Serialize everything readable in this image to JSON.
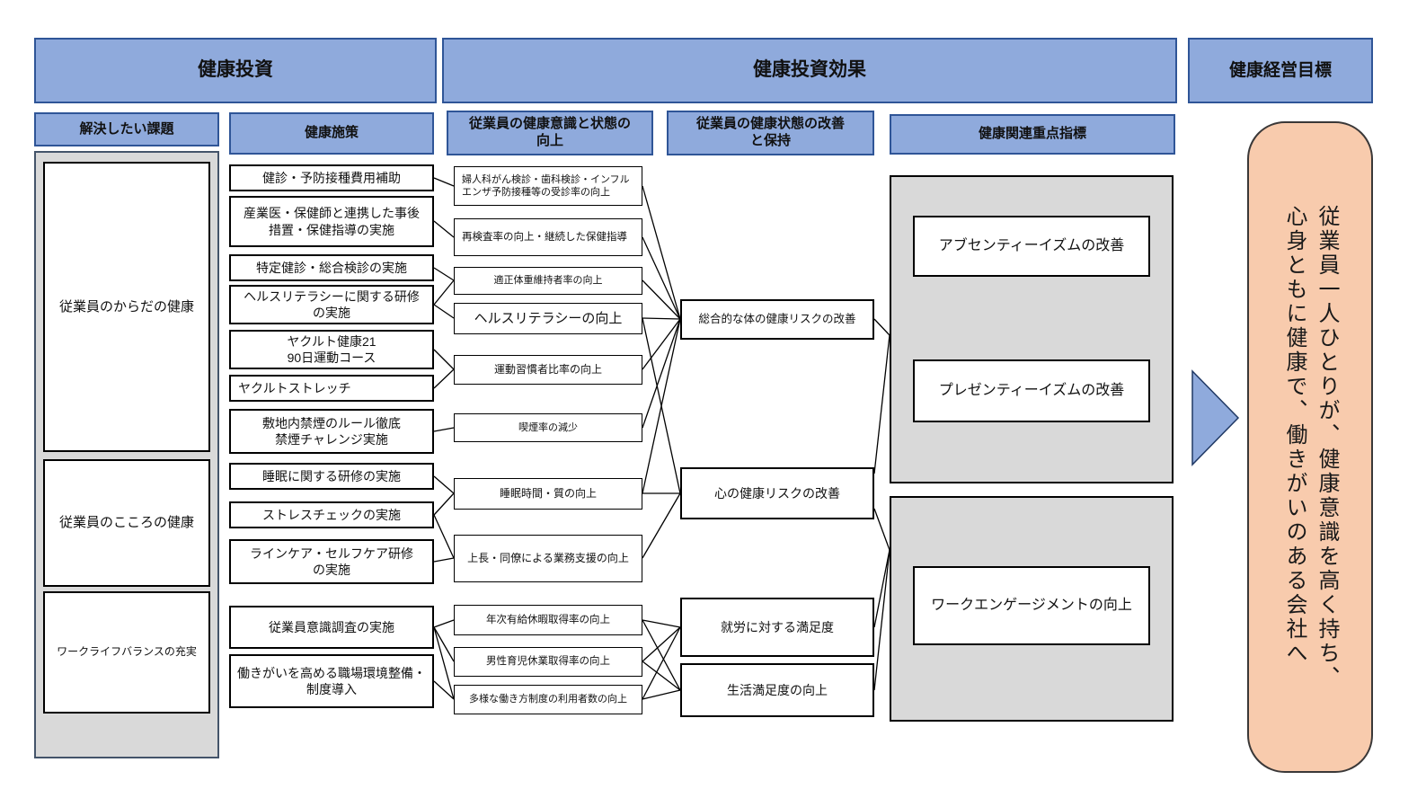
{
  "header": {
    "investment": "健康投資",
    "effect": "健康投資効果",
    "goal": "健康経営目標"
  },
  "columns": {
    "issues": {
      "title": "解決したい課題",
      "items": [
        "従業員のからだの健康",
        "従業員のこころの健康",
        "ワークライフバランスの充実"
      ]
    },
    "measures": {
      "title": "健康施策",
      "items": [
        "健診・予防接種費用補助",
        "産業医・保健師と連携した事後\n措置・保健指導の実施",
        "特定健診・総合検診の実施",
        "ヘルスリテラシーに関する研修\nの実施",
        "ヤクルト健康21\n90日運動コース",
        "ヤクルトストレッチ",
        "敷地内禁煙のルール徹底\n禁煙チャレンジ実施",
        "睡眠に関する研修の実施",
        "ストレスチェックの実施",
        "ラインケア・セルフケア研修\nの実施",
        "従業員意識調査の実施",
        "働きがいを高める職場環境整備・\n制度導入"
      ]
    },
    "awareness": {
      "title": "従業員の健康意識と状態の\n向上",
      "items": [
        "婦人科がん検診・歯科検診・インフル\nエンザ予防接種等の受診率の向上",
        "再検査率の向上・継続した保健指導",
        "適正体重維持者率の向上",
        "ヘルスリテラシーの向上",
        "運動習慣者比率の向上",
        "喫煙率の減少",
        "睡眠時間・質の向上",
        "上長・同僚による業務支援の向上",
        "年次有給休暇取得率の向上",
        "男性育児休業取得率の向上",
        "多様な働き方制度の利用者数の向上"
      ]
    },
    "improvement": {
      "title": "従業員の健康状態の改善\nと保持",
      "items": [
        "総合的な体の健康リスクの改善",
        "心の健康リスクの改善",
        "就労に対する満足度",
        "生活満足度の向上"
      ]
    },
    "indicators": {
      "title": "健康関連重点指標",
      "items": [
        "アブセンティーイズムの改善",
        "プレゼンティーイズムの改善",
        "ワークエンゲージメントの向上"
      ]
    }
  },
  "goal_box": {
    "lines": [
      "従業員一人ひとりが、健康意識を高く持ち、",
      "心身ともに健康で、働きがいのある会社へ"
    ]
  },
  "edges": [
    [
      "m1",
      "o1"
    ],
    [
      "m2",
      "o2"
    ],
    [
      "m3",
      "o3"
    ],
    [
      "m4",
      "o3"
    ],
    [
      "m4",
      "o4"
    ],
    [
      "m5",
      "o5"
    ],
    [
      "m6",
      "o5"
    ],
    [
      "m7",
      "o6"
    ],
    [
      "m8",
      "o7"
    ],
    [
      "m9",
      "o7"
    ],
    [
      "m9",
      "o8"
    ],
    [
      "m10",
      "o8"
    ],
    [
      "m11",
      "o9"
    ],
    [
      "m11",
      "o10"
    ],
    [
      "m11",
      "o11"
    ],
    [
      "m12",
      "o11"
    ],
    [
      "o1",
      "r1"
    ],
    [
      "o2",
      "r1"
    ],
    [
      "o3",
      "r1"
    ],
    [
      "o4",
      "r1"
    ],
    [
      "o4",
      "r2"
    ],
    [
      "o5",
      "r1"
    ],
    [
      "o6",
      "r1"
    ],
    [
      "o7",
      "r1"
    ],
    [
      "o7",
      "r2"
    ],
    [
      "o8",
      "r2"
    ],
    [
      "o9",
      "r3"
    ],
    [
      "o9",
      "r4"
    ],
    [
      "o10",
      "r3"
    ],
    [
      "o10",
      "r4"
    ],
    [
      "o11",
      "r3"
    ],
    [
      "o11",
      "r4"
    ],
    [
      "r1",
      "c1"
    ],
    [
      "r2",
      "c1"
    ],
    [
      "r2",
      "c2"
    ],
    [
      "r3",
      "c2"
    ],
    [
      "r4",
      "c2"
    ]
  ],
  "colors": {
    "header_fill": "#8FAADC",
    "header_border": "#2F5597",
    "panel_fill": "#D9D9D9",
    "goal_fill": "#F8CBAD",
    "arrow_fill": "#8FAADC",
    "connector": "#000000"
  }
}
